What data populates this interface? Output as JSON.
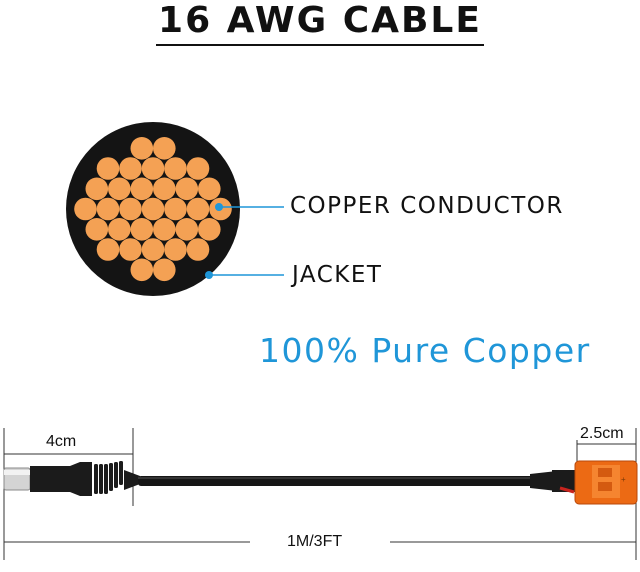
{
  "title": "16 AWG CABLE",
  "labels": {
    "conductor": "COPPER CONDUCTOR",
    "jacket": "JACKET"
  },
  "tagline": "100% Pure Copper",
  "dimensions": {
    "barrel_length": "4cm",
    "connector_length": "2.5cm",
    "cable_length": "1M/3FT"
  },
  "colors": {
    "copper": "#f4a154",
    "jacket": "#141414",
    "accent": "#1f96d8",
    "connector": "#ec6a14"
  }
}
